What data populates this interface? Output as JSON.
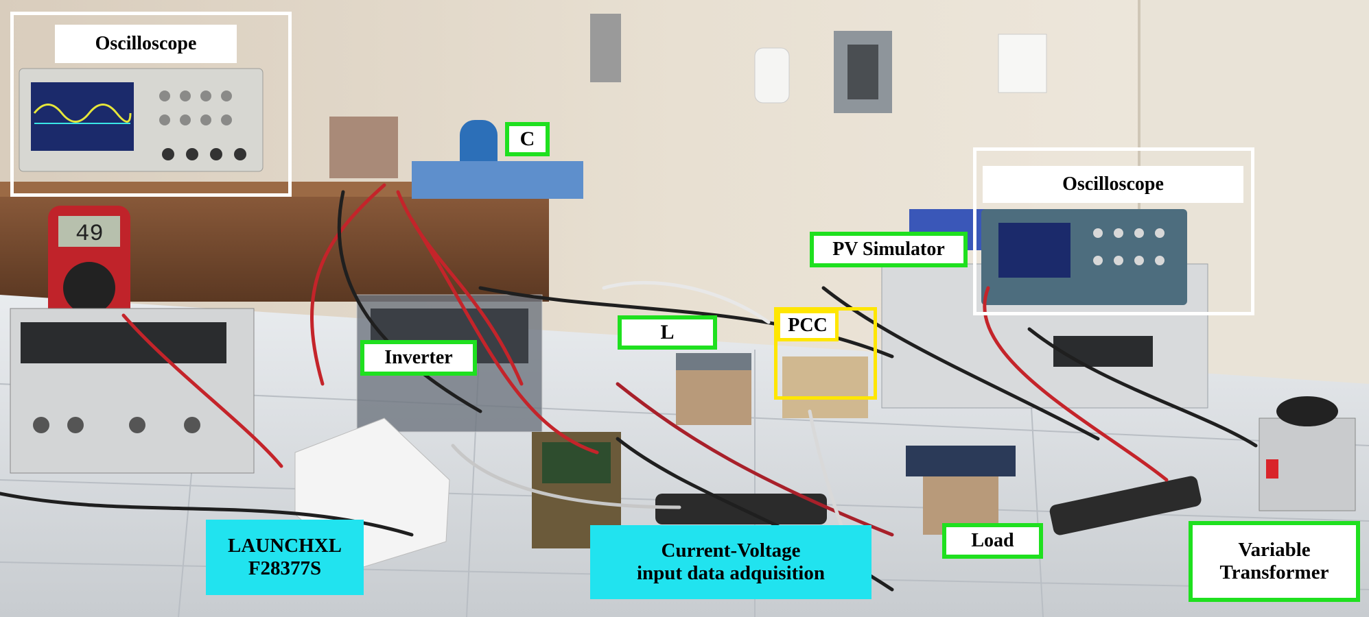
{
  "labels": {
    "oscilloscope_left": "Oscilloscope",
    "capacitor": "C",
    "oscilloscope_right": "Oscilloscope",
    "pv_simulator": "PV Simulator",
    "inductor": "L",
    "pcc": "PCC",
    "inverter": "Inverter",
    "launchxl": "LAUNCHXL\nF28377S",
    "current_voltage": "Current-Voltage\ninput data adquisition",
    "load": "Load",
    "variable_transformer": "Variable\nTransformer"
  },
  "colors": {
    "label_border": "#1fe01f",
    "frame_white": "#ffffff",
    "frame_yellow": "#ffe600",
    "label_cyan": "#21e3ef"
  }
}
